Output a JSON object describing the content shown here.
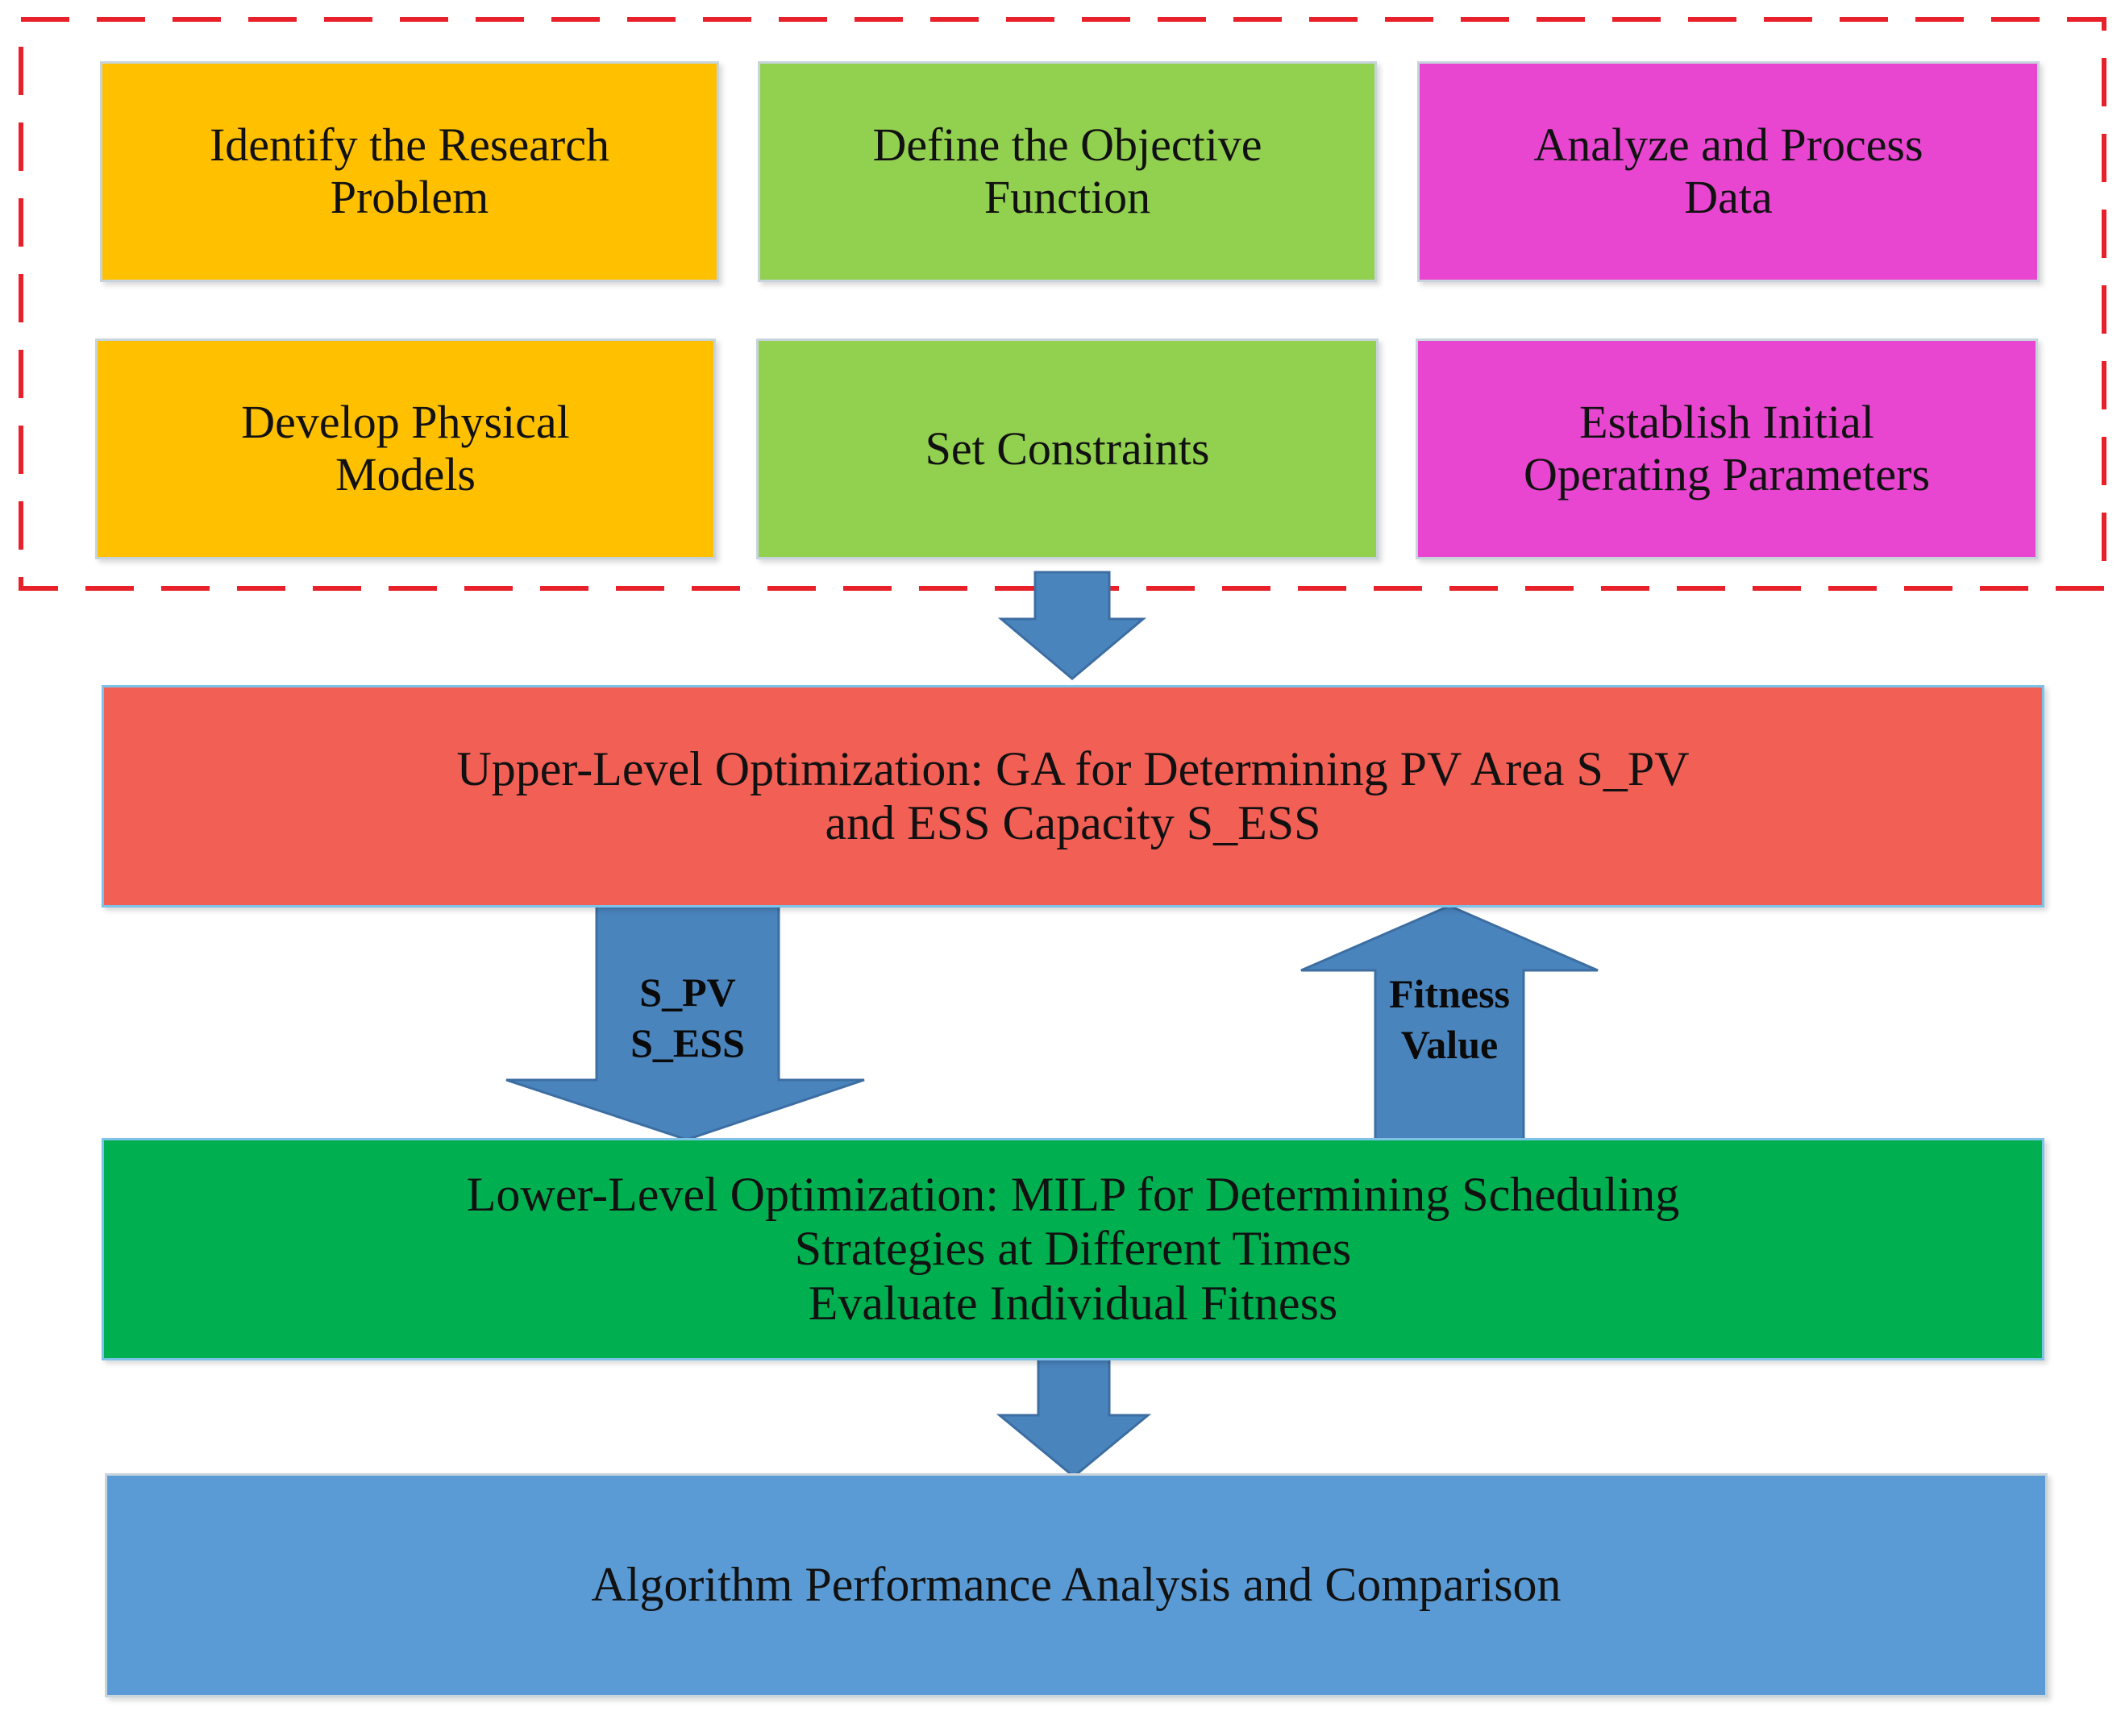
{
  "top_group": {
    "boxes": [
      {
        "line1": "Identify the Research",
        "line2": "Problem",
        "color": "#ffc000"
      },
      {
        "line1": "Define the Objective",
        "line2": "Function",
        "color": "#92d050"
      },
      {
        "line1": "Analyze and Process",
        "line2": "Data",
        "color": "#e846d1"
      },
      {
        "line1": "Develop Physical",
        "line2": "Models",
        "color": "#ffc000"
      },
      {
        "line1": "Set Constraints",
        "line2": "",
        "color": "#92d050"
      },
      {
        "line1": "Establish Initial",
        "line2": "Operating Parameters",
        "color": "#e846d1"
      }
    ],
    "border_color": "#e8202a"
  },
  "upper_level": {
    "line1": "Upper-Level Optimization: GA for Determining PV Area S_PV",
    "line2": "and ESS Capacity S_ESS",
    "color": "#f15f55"
  },
  "down_arrow_label": {
    "line1": "S_PV",
    "line2": "S_ESS"
  },
  "up_arrow_label": {
    "line1": "Fitness",
    "line2": "Value"
  },
  "lower_level": {
    "line1": "Lower-Level Optimization: MILP for Determining Scheduling",
    "line2": "Strategies at Different Times",
    "line3": "Evaluate Individual Fitness",
    "color": "#00b050"
  },
  "final_box": {
    "line1": "Algorithm Performance Analysis and Comparison",
    "color": "#5b9bd5"
  },
  "arrow_color": "#4a84bd"
}
